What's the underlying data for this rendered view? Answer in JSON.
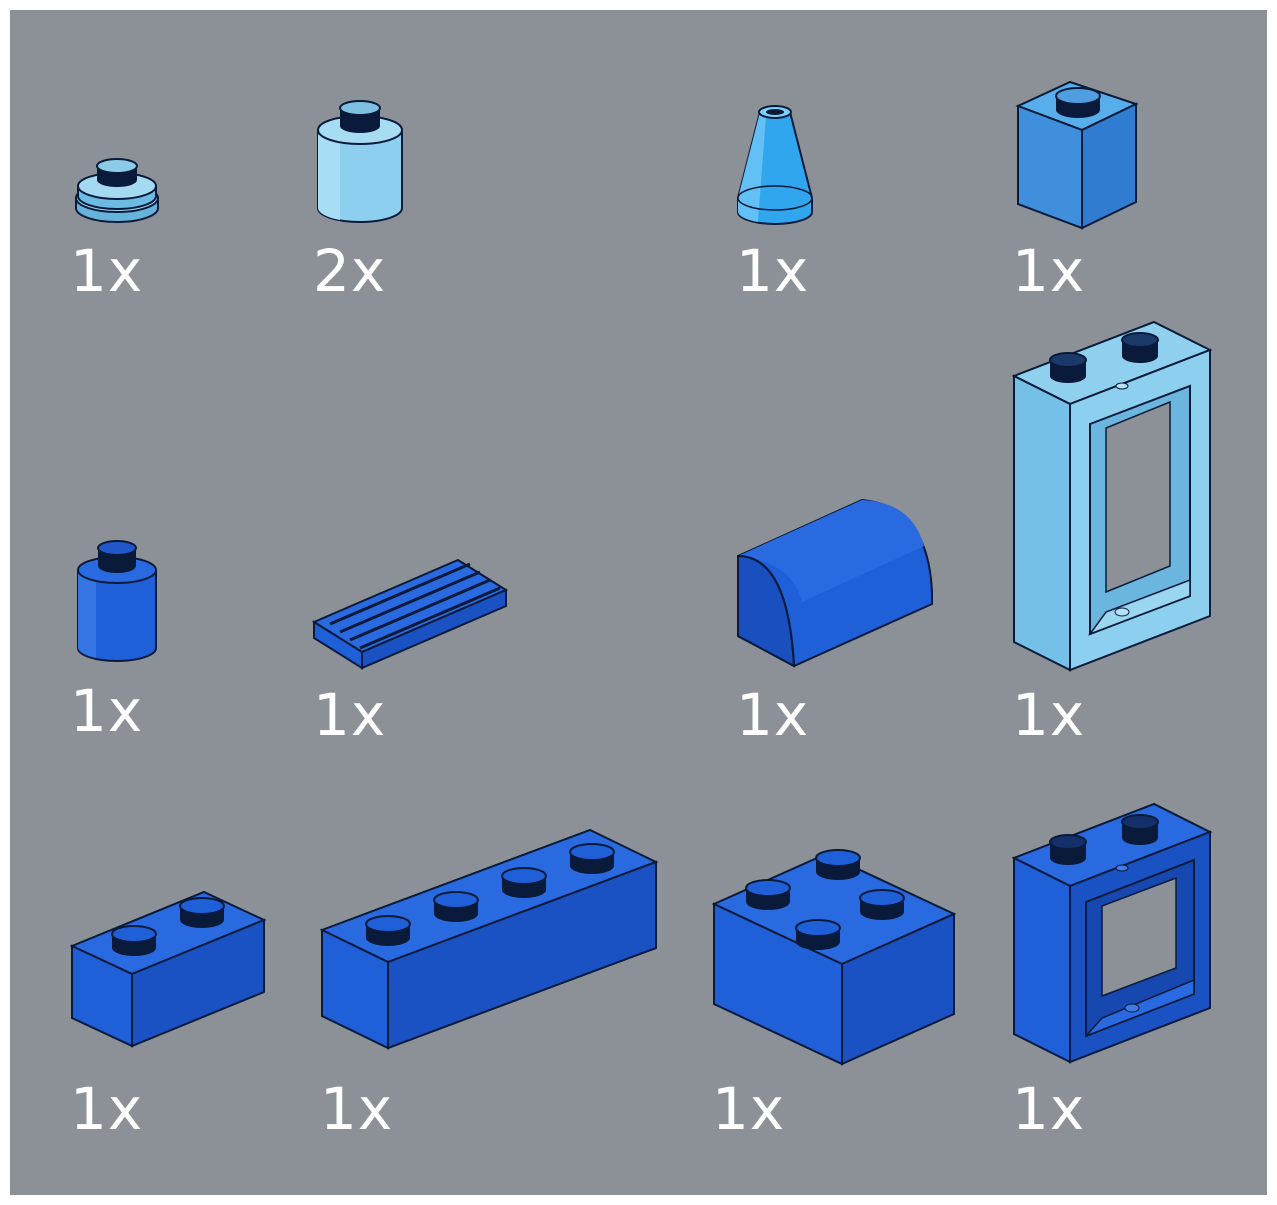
{
  "background_color": "#8b9197",
  "colors": {
    "light_blue": "#7ec8ec",
    "medium_blue": "#2f9be8",
    "sky_blue": "#3f8fdc",
    "blue": "#1f5fd8",
    "outline": "#0a1a3a"
  },
  "parts": [
    {
      "name": "round-plate-1x1",
      "color": "light_blue",
      "quantity": "1x"
    },
    {
      "name": "round-brick-1x1",
      "color": "light_blue",
      "quantity": "2x"
    },
    {
      "name": "cone-1x1",
      "color": "medium_blue",
      "quantity": "1x"
    },
    {
      "name": "brick-1x1",
      "color": "sky_blue",
      "quantity": "1x"
    },
    {
      "name": "round-brick-1x1",
      "color": "blue",
      "quantity": "1x"
    },
    {
      "name": "grille-tile-1x2",
      "color": "blue",
      "quantity": "1x"
    },
    {
      "name": "curved-slope-2x2",
      "color": "blue",
      "quantity": "1x"
    },
    {
      "name": "window-frame-1x2x3",
      "color": "light_blue",
      "quantity": "1x"
    },
    {
      "name": "brick-1x2",
      "color": "blue",
      "quantity": "1x"
    },
    {
      "name": "brick-1x4",
      "color": "blue",
      "quantity": "1x"
    },
    {
      "name": "brick-2x2",
      "color": "blue",
      "quantity": "1x"
    },
    {
      "name": "window-frame-1x2x2",
      "color": "blue",
      "quantity": "1x"
    }
  ]
}
